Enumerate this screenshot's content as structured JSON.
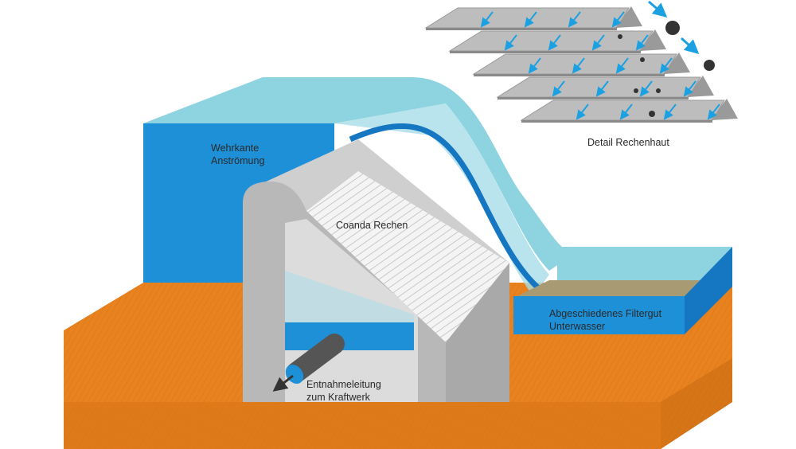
{
  "labels": {
    "weir_line1": "Wehrkante",
    "weir_line2": "Anströmung",
    "screen": "Coanda Rechen",
    "filter_line1": "Abgeschiedenes Filtergut",
    "filter_line2": "Unterwasser",
    "intake_line1": "Entnahmeleitung",
    "intake_line2": "zum Kraftwerk",
    "detail": "Detail Rechenhaut"
  },
  "colors": {
    "ground": "#E8821E",
    "water_deep": "#1E90D8",
    "water_surface": "#8ED3E0",
    "concrete": "#BDBDBD",
    "sediment": "#A89A72",
    "arrow": "#1BA1E2"
  }
}
